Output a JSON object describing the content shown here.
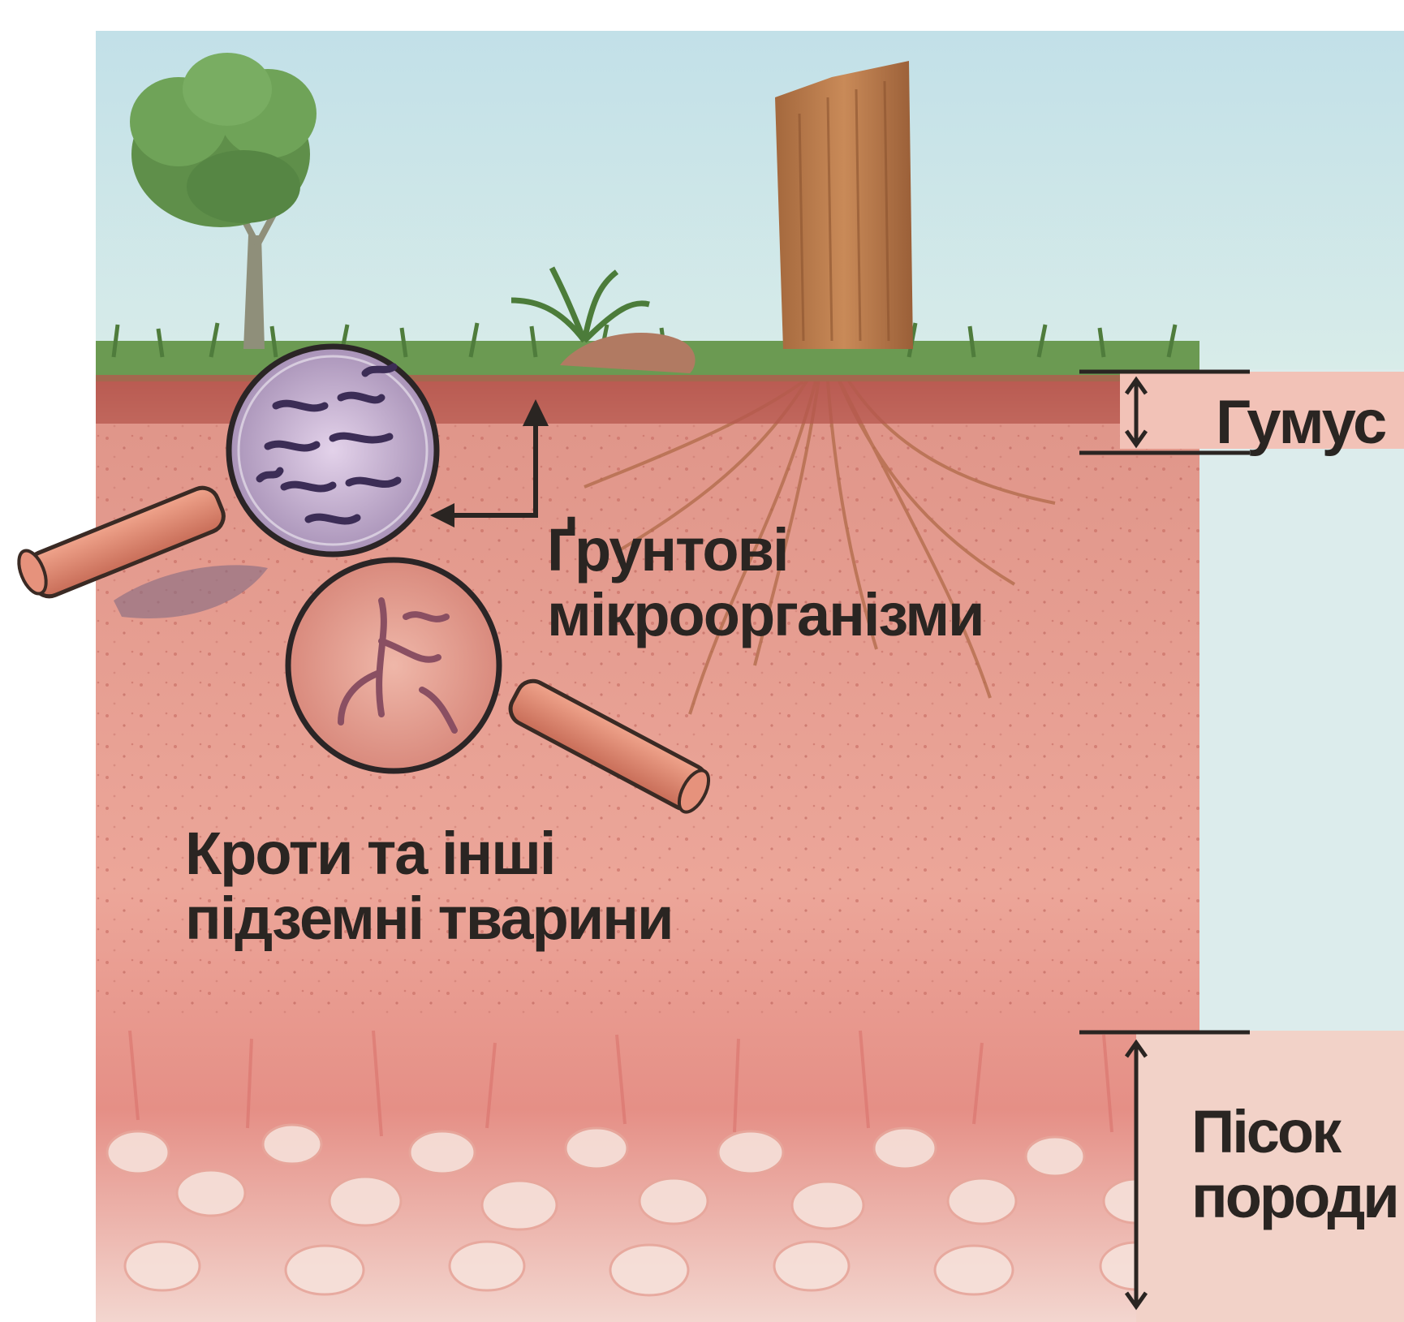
{
  "labels": {
    "humus": "Гумус",
    "microorganisms_line1": "Ґрунтові",
    "microorganisms_line2": "мікроорганізми",
    "animals_line1": "Кроти та інші",
    "animals_line2": "підземні тварини",
    "rocks_line1": "Пісок",
    "rocks_line2": "породи"
  },
  "colors": {
    "sky": "#c8e3ea",
    "grass": "#5f8f4a",
    "humus_layer": "#b0584a",
    "soil": "#e8a597",
    "parent_rock": "#f2d2c8",
    "label_box": "#f2c2b7",
    "magnifier_handle": "#e58f78",
    "text": "#2a2522"
  },
  "icons": {
    "tree": "tree-icon",
    "stump": "stump-icon",
    "magnifier": "magnifier-icon",
    "arrow": "double-arrow-icon"
  }
}
